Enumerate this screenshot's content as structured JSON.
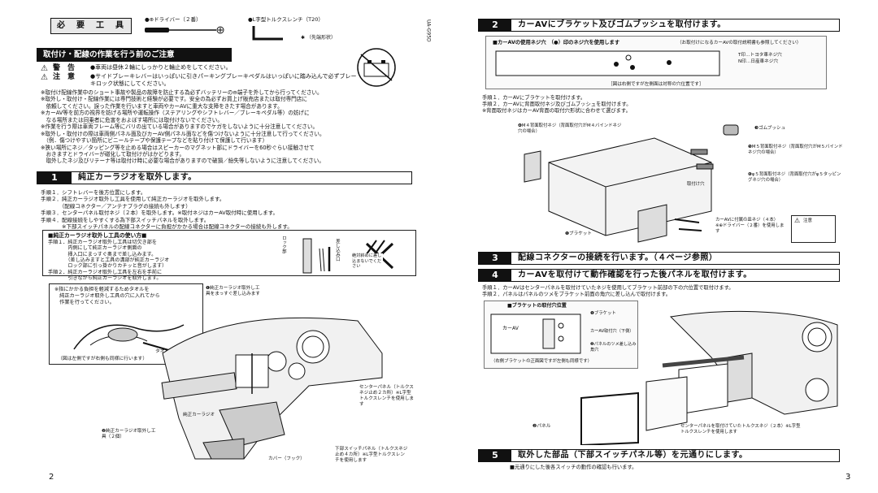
{
  "left": {
    "tools": {
      "title": "必　要　工　具",
      "driver": "●⊕ドライバー（２番）",
      "wrench": "●L字型トルクスレンチ（T20）",
      "tip": "（先端形状）"
    },
    "caution": {
      "banner": "取付け・配線の作業を行う前のご注意",
      "warning_label": "警　告",
      "warning_text": "●車両は昼休２輪にしっかりと輪止めをしてください。",
      "attention_label": "注　意",
      "attention_text": "●サイドブレーキレバーはいっぱいに引きパーキングブレーキペダルはいっぱいに踏み込んで必ずブレーキロック状態にしてください。",
      "notes": [
        "※取付け配線作業中のショート事故や製品の故障を防止する為必ずバッテリーの⊖端子を外してから行ってください。",
        "※取外し・取付け・配線作業には専門技術と経験が必要です。安全の為必ずお買上げ販売店または取付専門店に",
        "　依頼してください。誤った作業を行いますと車両やカーAVに重大な支障をきたす場合があります。",
        "※カーAV等を前方の視界を妨げる場所や運転操作（ステアリングやシフトレバー／ブレーキペダル等）の妨げに",
        "　なる場所または同乗者に危害をおよぼす場所には取付けないでください。",
        "※作業を行う際は車両フレーム等にバリの出ている場合がありますのでケガをしないように十分注意してください。",
        "※取外し・取付けの際は車両側パネル面及びカーAV側パネル面などを傷つけないように十分注意して行ってください。",
        "　（例．傷つけやすい箇所にビニールテープや保護テープなどを貼り付けて保護して行います）",
        "※狭い場所にネジ／タッピング等を止める場合はスピーカーのマグネット部にドライバーを60秒ぐらい接触させて",
        "　おきますとドライバーが磁化して取付けがはかどります。",
        "　取外したネジ及びリテーナ等は取付け時に必要な場合がありますので破損／紛失等しないように注意してください。"
      ]
    },
    "step1": {
      "num": "1",
      "title": "純正カーラジオを取外します。",
      "lines": [
        "手順１．シフトレバーを後方位置にします。",
        "手順２．純正カーラジオ取外し工具を使用して純正カーラジオを取外します。",
        "　　　　（配線コネクター／アンテナプラグの接続も外します）",
        "手順３．センターパネル取付ネジ（２本）を取外します。※取付ネジはカーAV取付時に使用します。",
        "手順４．配線接続をしやすくする為下部スイッチパネルを取外します。",
        "　　　　※下部スイッチパネルの配線コネクターに負担がかかる場合は配線コネクターの接続も外します。"
      ]
    },
    "tool_usage": {
      "title": "■純正カーラジオ取外し工具の使い方■",
      "lines": [
        "手順１．純正カーラジオ取外し工具は切欠き部を",
        "　　　　内側にして純正カーラジオ側面の",
        "　　　　挿入口にまっすぐ奥まで差し込みます。",
        "　　　　（差し込みますと工具の溝部が純正カーラジオ",
        "　　　　ロック部に引っ掛かりカチッと音がします）",
        "手順２．純正カーラジオ取外し工具を左右を手前に",
        "　　　　引きながら純正カーラジオを取外します。"
      ],
      "lock_label": "ロック部",
      "insert_label": "差し込み口",
      "warn_label": "絶対斜めに差し込まないでください"
    },
    "tip_box": [
      "※指にかかる負担を軽減するためタオルを",
      "　純正カーラジオ取外し工具の穴に入れてから",
      "　作業を行ってください。"
    ],
    "tip_towel": "タオル",
    "tip_caption": "（図は左側ですが右側も同様に行います）",
    "callouts": {
      "c1": "❶純正カーラジオ取外し工具をまっすぐ差し込みます",
      "c2": "❷純正カーラジオ取外し工具（２個）",
      "radio": "純正カーラジオ",
      "center": "センターパネル（トルクスネジ止め２カ所）※L字型トルクスレンチを使用します",
      "lower": "下部スイッチパネル（トルクスネジ止め４カ所）※L字型トルクスレンチを使用します",
      "cover": "カバー（フック）"
    },
    "page_number": "2",
    "side_code": "UA-G95D"
  },
  "right": {
    "step2": {
      "num": "2",
      "title": "カーAVにブラケット及びゴムブッシュを取付けます。",
      "screw_title": "■カーAVの使用ネジ穴　（●）印のネジ穴を使用します",
      "screw_note": "（お取付けになるカーAVの取付説明書も参照してください）",
      "screw_legend_t": "T印…トヨタ車ネジ穴",
      "screw_legend_n": "N印…日産車ネジ穴",
      "screw_caption": "［図は右側ですが左側面は対称の穴位置です］",
      "lines": [
        "手順１．カーAVにブラケットを取付けます。",
        "手順２．カーAVに背面取付ネジ及びゴムブッシュを取付けます。",
        "※背面取付ネジはカーAV背面の取付穴形状に合わせて選びます。"
      ],
      "parts": {
        "m4": "❹M４背面取付ネジ（背面取付穴がM４バインドネジ穴の場合）",
        "rubber": "❸ゴムブッシュ",
        "m5": "❺M５背面取付ネジ（背面取付穴がM５バインドネジ穴の場合）",
        "tap5": "❻φ５背面取付ネジ（背面取付穴がφ５タッピングネジ穴の場合）",
        "hole": "取付け穴",
        "bracket": "❶ブラケット",
        "screw": "カーAVに付属の皿ネジ（４本）※⊕ドライバー（２番）を使用します",
        "note": "注意"
      }
    },
    "step3": {
      "num": "3",
      "title": "配線コネクターの接続を行います。（４ページ参照）"
    },
    "step4": {
      "num": "4",
      "title": "カーAVを取付けて動作確認を行った後パネルを取付けます。",
      "lines": [
        "手順１．カーAVはセンターパネルを取付けていたネジを使用してブラケット前部の下の穴位置で取付けます。",
        "手順２．パネルはパネルのツメをブラケット前面の角穴に差し込んで取付けます。"
      ],
      "inset_title": "■ブラケットの取付穴位置",
      "inset_carav": "カーAV",
      "inset_bracket": "❶ブラケット",
      "inset_hole": "カーAV取付穴（下側）",
      "inset_tab": "❷パネルのツメ差し込み角穴",
      "inset_caption": "（右側ブラケットの正面図ですが左側も同様です）",
      "panel": "❷パネル",
      "center_screw": "センターパネルを取付けていたトルクスネジ（２本）※L字型トルクスレンチを使用します"
    },
    "step5": {
      "num": "5",
      "title": "取外した部品（下部スイッチパネル等）を元通りにします。",
      "note": "■元通りにした後各スイッチの動作の確認も行います。"
    },
    "page_number": "3"
  }
}
